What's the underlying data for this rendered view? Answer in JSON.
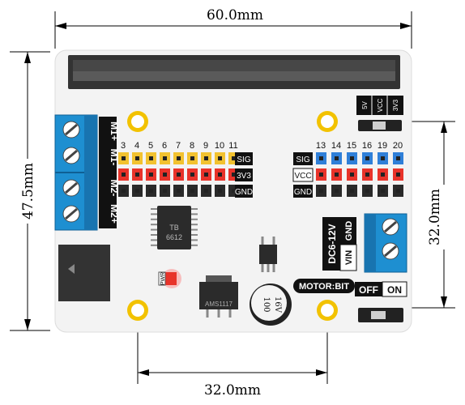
{
  "dimensions": {
    "width": "60.0mm",
    "height": "47.5mm",
    "hole_spacing_horizontal": "32.0mm",
    "hole_spacing_vertical": "32.0mm"
  },
  "motor_terminals": [
    "M1+",
    "M1-",
    "M2-",
    "M2+"
  ],
  "left_header": {
    "pins": [
      "3",
      "4",
      "5",
      "6",
      "7",
      "8",
      "9",
      "10",
      "11"
    ],
    "rows": [
      "SIG",
      "3V3",
      "GND"
    ]
  },
  "right_header": {
    "pins": [
      "13",
      "14",
      "15",
      "16",
      "19",
      "20"
    ],
    "rows": [
      "SIG",
      "VCC",
      "GND"
    ]
  },
  "power_switch_labels": [
    "5V",
    "VCC",
    "3V3"
  ],
  "power_input": {
    "range": "DC6-12V",
    "vin": "VIN",
    "gnd": "GND"
  },
  "driver_chip": [
    "TB",
    "6612"
  ],
  "regulator_label": "AMS1117",
  "capacitor": [
    "100",
    "16V"
  ],
  "pwr_led_label": "PWR",
  "board_name": "MOTOR:BIT",
  "switch_labels": {
    "off": "OFF",
    "on": "ON"
  },
  "colors": {
    "pcb": "#f3f3f3",
    "terminal_blue": "#1e8fd1",
    "header_yellow": "#f2c230",
    "header_red": "#e8332a",
    "header_black": "#2a2a2a",
    "header_blue": "#2f7fd8",
    "hole_gold": "#f2c200"
  }
}
